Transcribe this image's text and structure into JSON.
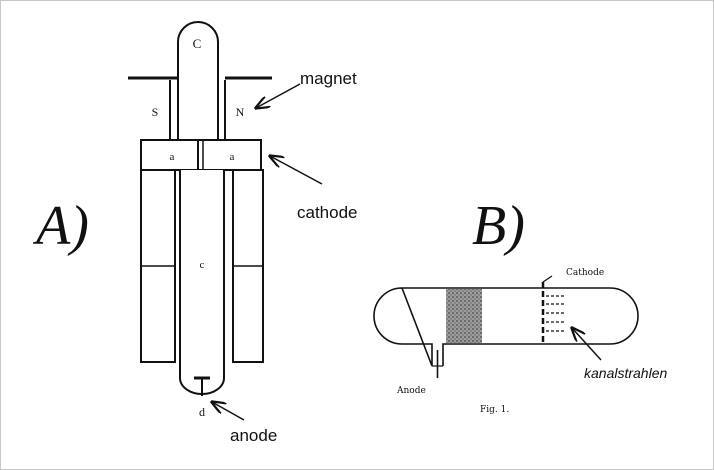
{
  "panel_a": {
    "panel_label": "A)",
    "labels": {
      "magnet": "magnet",
      "cathode": "cathode",
      "anode": "anode"
    },
    "part_marks": {
      "tube_top": "C",
      "pole_south": "S",
      "pole_north": "N",
      "cathode_left": "a",
      "cathode_right": "a",
      "tube_body": "c",
      "anode_mark": "d"
    }
  },
  "panel_b": {
    "panel_label": "B)",
    "labels": {
      "cathode": "Cathode",
      "anode": "Anode",
      "kanalstrahlen": "kanalstrahlen",
      "caption": "Fig. 1."
    }
  },
  "colors": {
    "ink": "#111111",
    "frame": "#c8c8c8",
    "background": "#ffffff"
  }
}
